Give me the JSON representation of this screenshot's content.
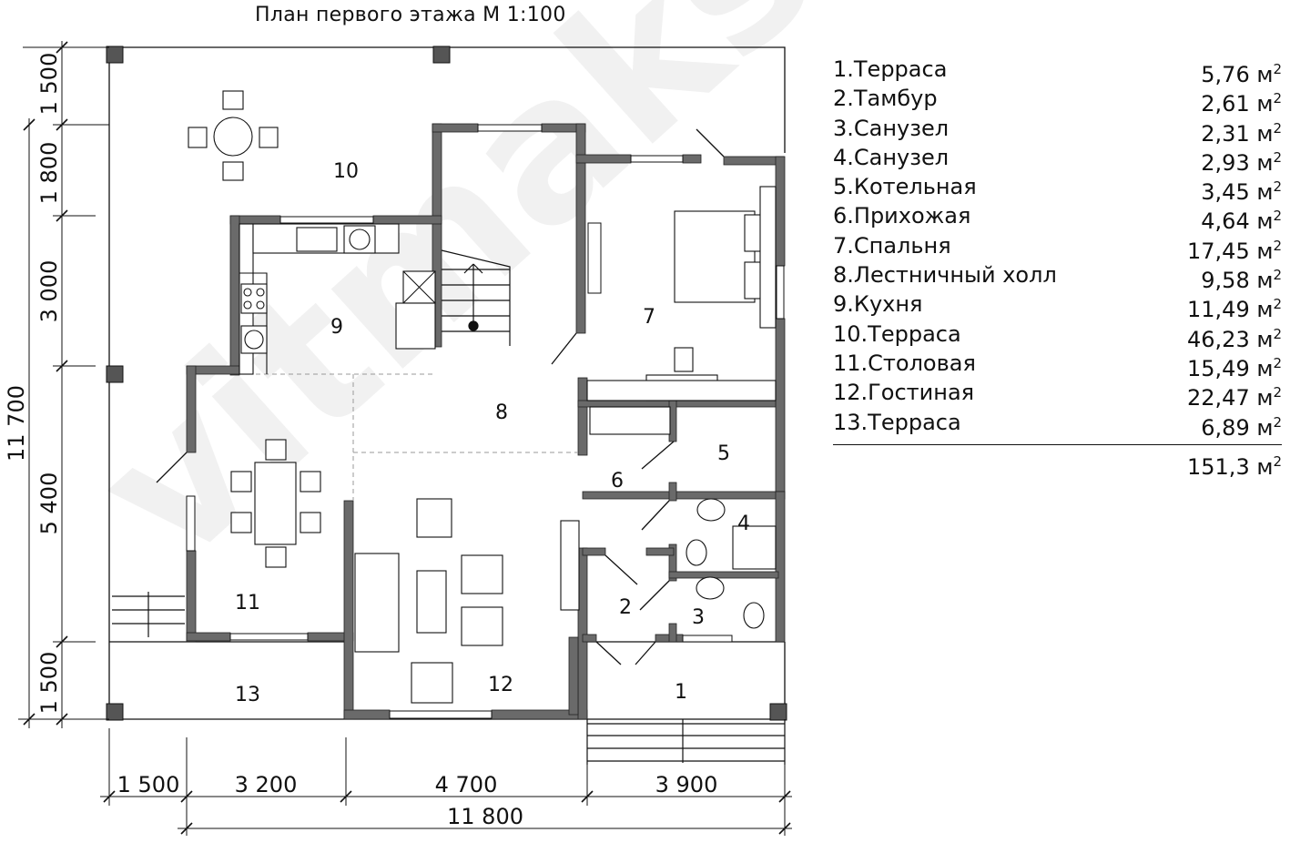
{
  "title": "План первого этажа М 1:100",
  "watermark": "vitmaks.ru",
  "rooms": [
    {
      "num": "1",
      "name": "1.Терраса",
      "area": "5,76 м"
    },
    {
      "num": "2",
      "name": "2.Тамбур",
      "area": "2,61 м"
    },
    {
      "num": "3",
      "name": "3.Санузел",
      "area": "2,31 м"
    },
    {
      "num": "4",
      "name": "4.Санузел",
      "area": "2,93 м"
    },
    {
      "num": "5",
      "name": "5.Котельная",
      "area": "3,45 м"
    },
    {
      "num": "6",
      "name": "6.Прихожая",
      "area": "4,64 м"
    },
    {
      "num": "7",
      "name": "7.Спальня",
      "area": "17,45 м"
    },
    {
      "num": "8",
      "name": "8.Лестничный холл",
      "area": "9,58 м"
    },
    {
      "num": "9",
      "name": "9.Кухня",
      "area": "11,49 м"
    },
    {
      "num": "10",
      "name": "10.Терраса",
      "area": "46,23 м"
    },
    {
      "num": "11",
      "name": "11.Столовая",
      "area": "15,49 м"
    },
    {
      "num": "12",
      "name": "12.Гостиная",
      "area": "22,47 м"
    },
    {
      "num": "13",
      "name": "13.Терраса",
      "area": "6,89 м"
    }
  ],
  "area_unit_exp": "2",
  "total": "151,3 м",
  "dims": {
    "left": [
      "1 500",
      "1 800",
      "3 000",
      "5 400",
      "1 500"
    ],
    "left_total": "11 700",
    "bottom": [
      "1 500",
      "3 200",
      "4 700",
      "3 900"
    ],
    "bottom_total": "11 800"
  },
  "colors": {
    "wall": "#6a6a6a",
    "line": "#111111",
    "hatch": "#333333"
  }
}
